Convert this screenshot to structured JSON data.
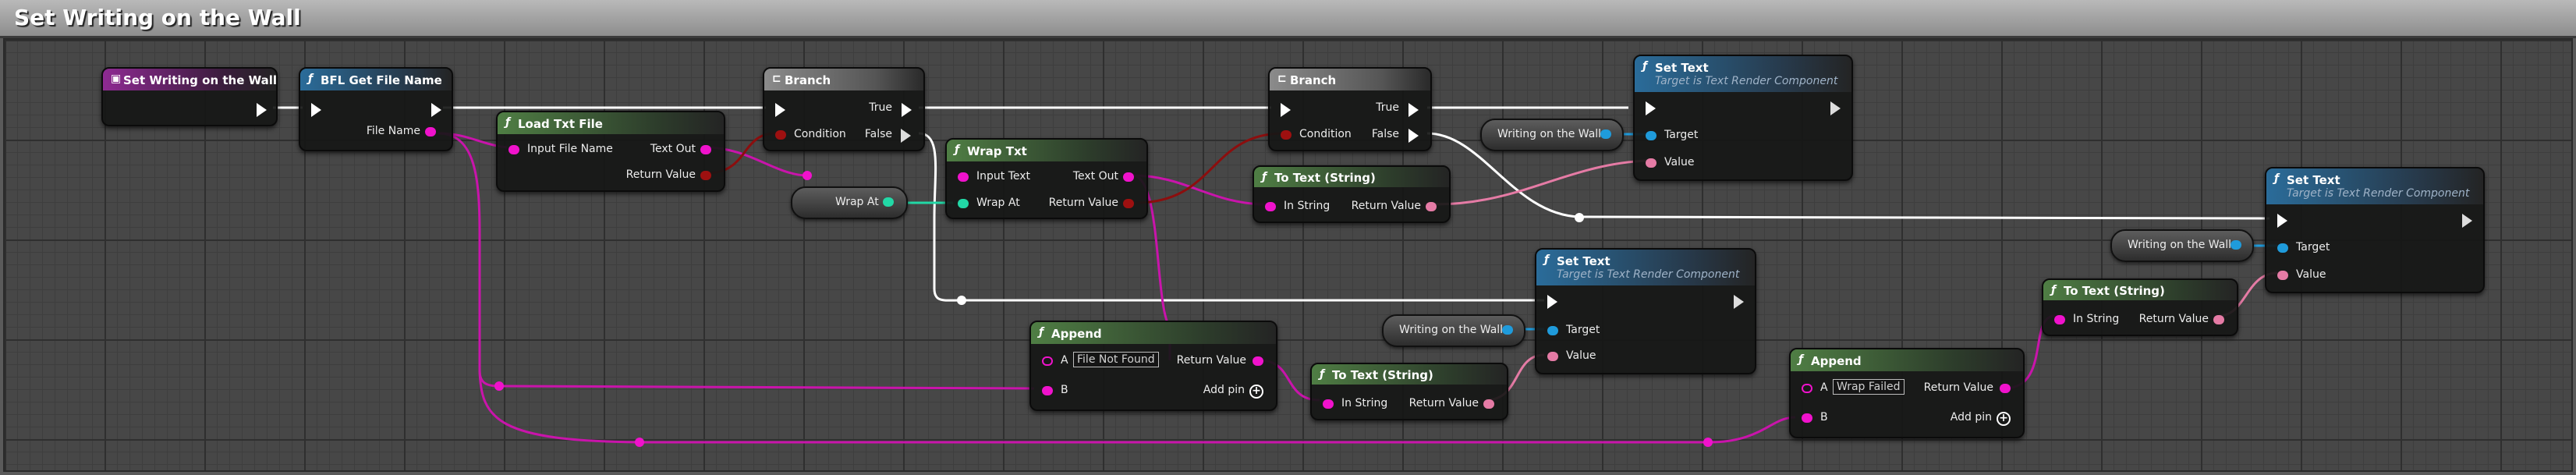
{
  "window": {
    "title": "Set Writing on the Wall"
  },
  "nodes": {
    "event": {
      "title": "Set Writing on the Wall"
    },
    "get_file_name": {
      "title": "BFL Get File Name",
      "out_label": "File Name"
    },
    "load_txt": {
      "title": "Load Txt File",
      "in_label": "Input File Name",
      "out_text": "Text Out",
      "out_return": "Return Value"
    },
    "branch1": {
      "title": "Branch",
      "condition": "Condition",
      "true_label": "True",
      "false_label": "False"
    },
    "wrap_txt": {
      "title": "Wrap Txt",
      "in_text": "Input Text",
      "wrap_at": "Wrap At",
      "out_text": "Text Out",
      "out_return": "Return Value"
    },
    "wrap_at_var": {
      "label": "Wrap At"
    },
    "branch2": {
      "title": "Branch",
      "condition": "Condition",
      "true_label": "True",
      "false_label": "False"
    },
    "to_text1": {
      "title": "To Text (String)",
      "in_label": "In String",
      "out_label": "Return Value"
    },
    "set_text1": {
      "title": "Set Text",
      "subtitle": "Target is Text Render Component",
      "target": "Target",
      "value": "Value"
    },
    "wall_var1": {
      "label": "Writing on the Wall"
    },
    "set_text2": {
      "title": "Set Text",
      "subtitle": "Target is Text Render Component",
      "target": "Target",
      "value": "Value"
    },
    "wall_var2": {
      "label": "Writing on the Wall"
    },
    "append1": {
      "title": "Append",
      "a_label": "A",
      "a_value": "File Not Found",
      "b_label": "B",
      "out_label": "Return Value",
      "add_pin": "Add pin"
    },
    "to_text2": {
      "title": "To Text (String)",
      "in_label": "In String",
      "out_label": "Return Value"
    },
    "set_text3": {
      "title": "Set Text",
      "subtitle": "Target is Text Render Component",
      "target": "Target",
      "value": "Value"
    },
    "wall_var3": {
      "label": "Writing on the Wall"
    },
    "append2": {
      "title": "Append",
      "a_label": "A",
      "a_value": "Wrap Failed",
      "b_label": "B",
      "out_label": "Return Value",
      "add_pin": "Add pin"
    },
    "to_text3": {
      "title": "To Text (String)",
      "in_label": "In String",
      "out_label": "Return Value"
    }
  },
  "colors": {
    "exec_wire": "#ffffff",
    "string_pin": "#f012cc",
    "bool_pin": "#9e1010",
    "int_pin": "#22d8a6",
    "object_pin": "#1f9bdb",
    "text_pin": "#e57ba5"
  }
}
